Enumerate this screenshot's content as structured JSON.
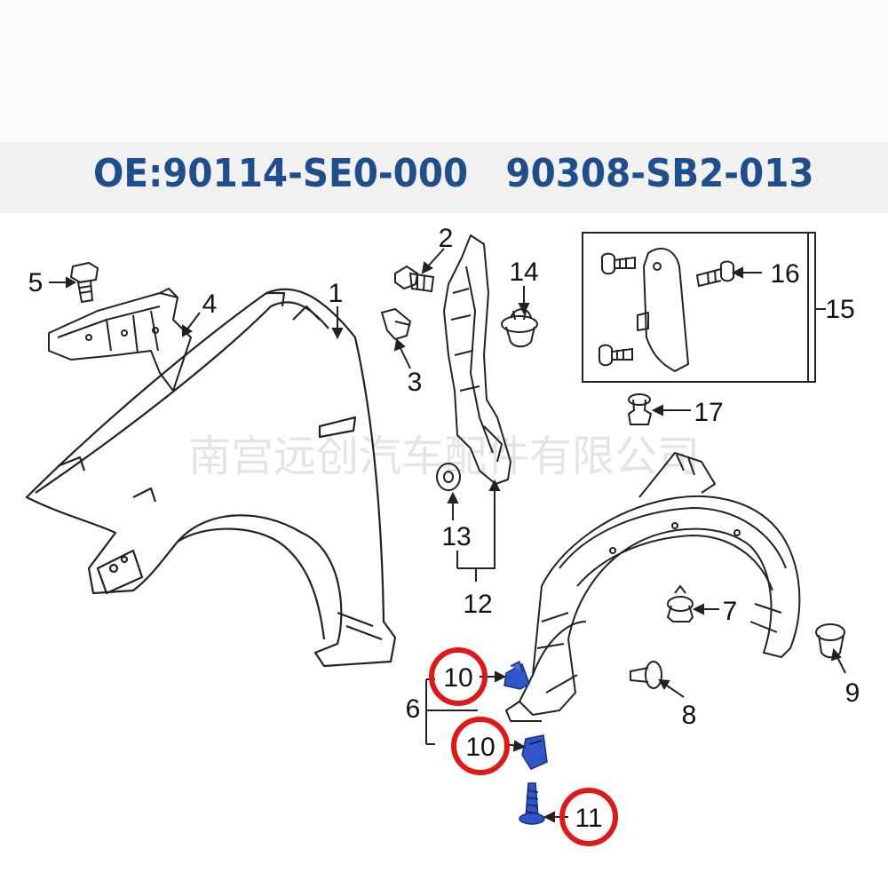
{
  "header": {
    "oe_numbers": "OE:90114-SE0-000   90308-SB2-013"
  },
  "watermark": "南宫远创汽车配件有限公司",
  "callouts": {
    "c1": "1",
    "c2": "2",
    "c3": "3",
    "c4": "4",
    "c5": "5",
    "c6": "6",
    "c7": "7",
    "c8": "8",
    "c9": "9",
    "c10a": "10",
    "c10b": "10",
    "c11": "11",
    "c12": "12",
    "c13": "13",
    "c14": "14",
    "c15": "15",
    "c16": "16",
    "c17": "17"
  },
  "colors": {
    "title": "#1f4e8c",
    "highlight_circle": "#e01818",
    "highlighted_part": "#2f55c8",
    "line_art": "#222222"
  }
}
